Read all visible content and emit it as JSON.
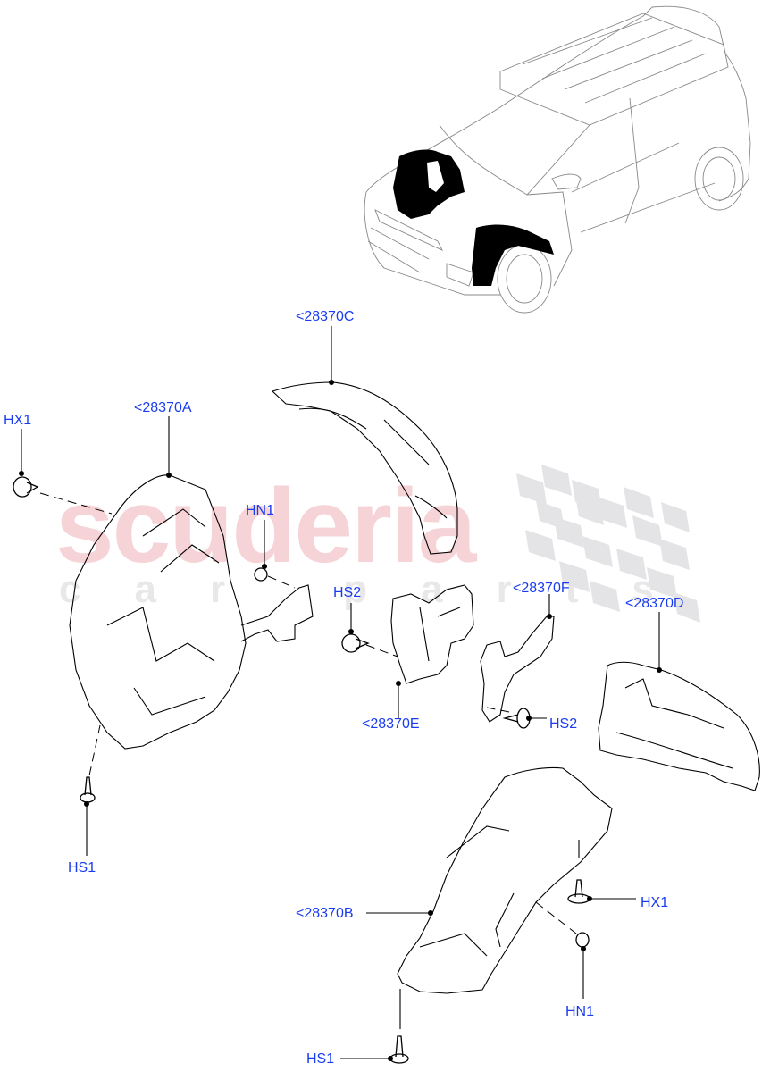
{
  "diagram": {
    "watermark": {
      "main": "scuderia",
      "sub": "car parts"
    },
    "callouts": [
      {
        "id": "28370C",
        "text": "<28370C"
      },
      {
        "id": "28370A",
        "text": "<28370A"
      },
      {
        "id": "HX1_left",
        "text": "HX1"
      },
      {
        "id": "HN1_left",
        "text": "HN1"
      },
      {
        "id": "HS2_left",
        "text": "HS2"
      },
      {
        "id": "28370F",
        "text": "<28370F"
      },
      {
        "id": "28370D",
        "text": "<28370D"
      },
      {
        "id": "28370E",
        "text": "<28370E"
      },
      {
        "id": "HS2_right",
        "text": "HS2"
      },
      {
        "id": "HS1_left",
        "text": "HS1"
      },
      {
        "id": "28370B",
        "text": "<28370B"
      },
      {
        "id": "HX1_right",
        "text": "HX1"
      },
      {
        "id": "HN1_right",
        "text": "HN1"
      },
      {
        "id": "HS1_bottom",
        "text": "HS1"
      }
    ],
    "colors": {
      "label": "#1a3cf0",
      "line": "#000000",
      "watermark_red": "#f6d3d6",
      "watermark_grey": "#e4e4e4"
    }
  }
}
